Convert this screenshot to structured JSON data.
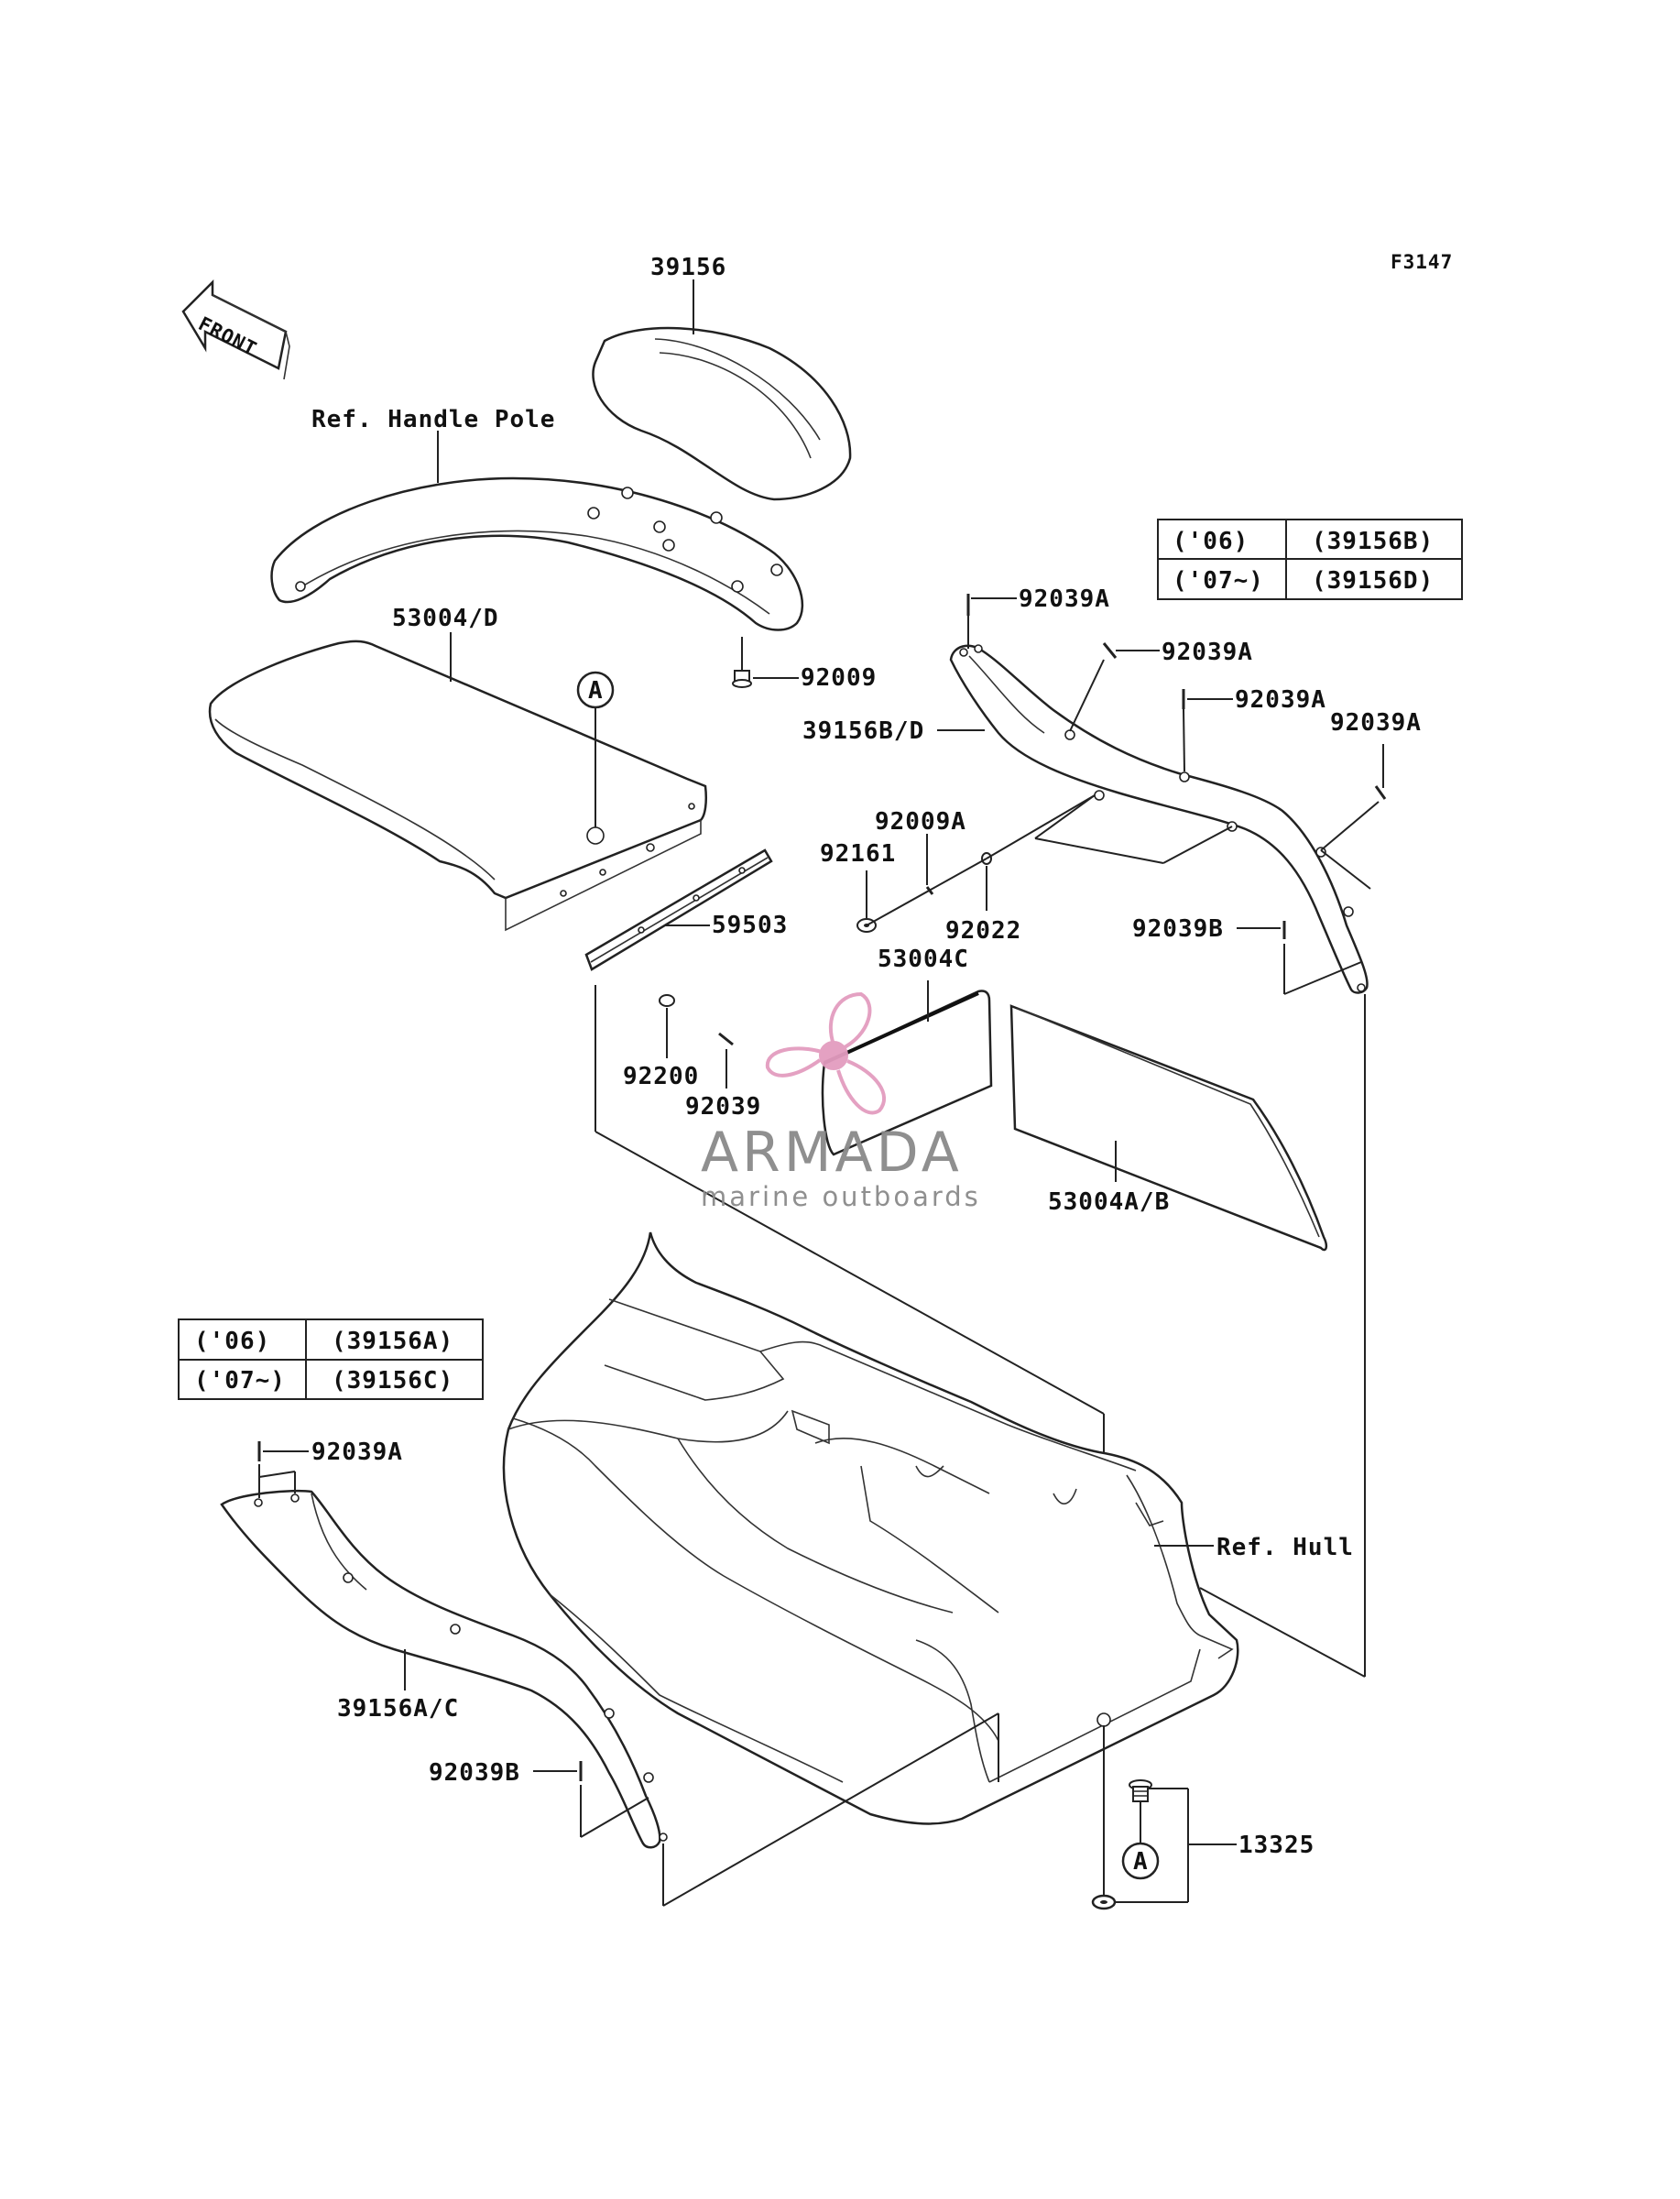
{
  "figure_id": "F3147",
  "front_arrow": {
    "label": "FRONT",
    "icon": "front-arrow-icon"
  },
  "callouts": {
    "p39156": "39156",
    "ref_handle_pole": "Ref. Handle Pole",
    "p53004_d": "53004/D",
    "p92009": "92009",
    "p92039a_1": "92039A",
    "p92039a_2": "92039A",
    "p92039a_3": "92039A",
    "p92039a_4": "92039A",
    "p39156b_d": "39156B/D",
    "p92009a": "92009A",
    "p92161": "92161",
    "p59503": "59503",
    "p92022": "92022",
    "p92039b_r": "92039B",
    "p53004c": "53004C",
    "p92200": "92200",
    "p92039": "92039",
    "p53004a_b": "53004A/B",
    "p92039a_5": "92039A",
    "ref_hull": "Ref. Hull",
    "p39156a_c": "39156A/C",
    "p92039b_l": "92039B",
    "p13325": "13325",
    "marker_a": "A"
  },
  "table_right": [
    {
      "year": "('06)",
      "part": "(39156B)"
    },
    {
      "year": "('07~)",
      "part": "(39156D)"
    }
  ],
  "table_left": [
    {
      "year": "('06)",
      "part": "(39156A)"
    },
    {
      "year": "('07~)",
      "part": "(39156C)"
    }
  ],
  "watermark": {
    "brand": "ARMADA",
    "tagline": "marine outboards",
    "icon": "propeller-logo-icon",
    "logo_color": "#e39cbf",
    "text_color": "#8a8a8a"
  }
}
